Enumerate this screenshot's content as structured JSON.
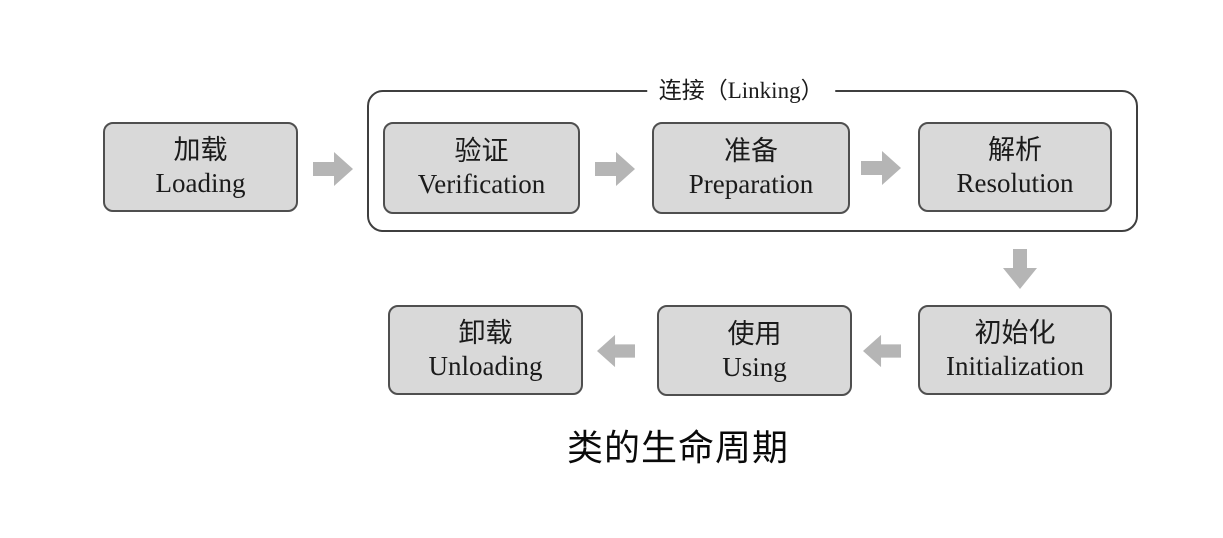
{
  "diagram": {
    "caption": "类的生命周期",
    "linking_group": {
      "label": "连接（Linking）"
    },
    "nodes": [
      {
        "id": "loading",
        "zh": "加载",
        "en": "Loading"
      },
      {
        "id": "verification",
        "zh": "验证",
        "en": "Verification"
      },
      {
        "id": "preparation",
        "zh": "准备",
        "en": "Preparation"
      },
      {
        "id": "resolution",
        "zh": "解析",
        "en": "Resolution"
      },
      {
        "id": "initialization",
        "zh": "初始化",
        "en": "Initialization"
      },
      {
        "id": "using",
        "zh": "使用",
        "en": "Using"
      },
      {
        "id": "unloading",
        "zh": "卸载",
        "en": "Unloading"
      }
    ],
    "colors": {
      "box_fill": "#d9d9d9",
      "box_border": "#4f4f4f",
      "container_border": "#3f3f3f",
      "arrow": "#b5b5b5",
      "text": "#1b1b1b"
    }
  }
}
